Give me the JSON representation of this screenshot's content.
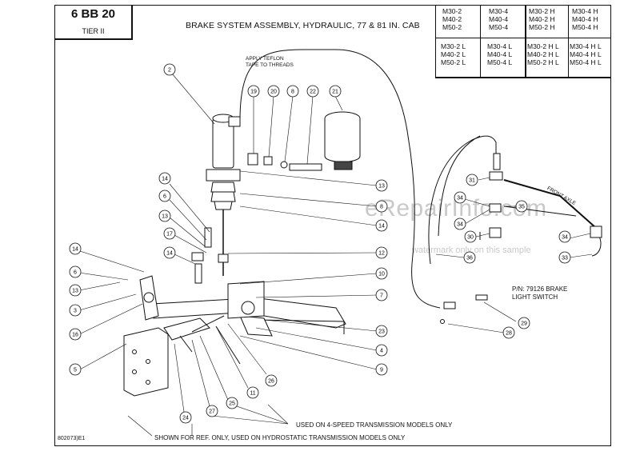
{
  "header": {
    "code": "6 BB 20",
    "tier": "TIER II",
    "title": "BRAKE SYSTEM ASSEMBLY, HYDRAULIC, 77 & 81 IN. CAB"
  },
  "models": {
    "top": [
      [
        "M30-2",
        "M40-2",
        "M50-2"
      ],
      [
        "M30-4",
        "M40-4",
        "M50-4"
      ],
      [
        "M30-2 H",
        "M40-2 H",
        "M50-2 H"
      ],
      [
        "M30-4 H",
        "M40-4 H",
        "M50-4 H"
      ]
    ],
    "bottom": [
      [
        "M30-2 L",
        "M40-2 L",
        "M50-2 L"
      ],
      [
        "M30-4 L",
        "M40-4 L",
        "M50-4 L"
      ],
      [
        "M30-2 H L",
        "M40-2 H L",
        "M50-2 H L"
      ],
      [
        "M30-4 H L",
        "M40-4 H L",
        "M50-4 H L"
      ]
    ]
  },
  "annotations": {
    "teflon_line1": "APPLY TEFLON",
    "teflon_line2": "TAPE TO THREADS",
    "axle_label": "FRONT AXLE",
    "switch_line1": "P/N: 79126 BRAKE",
    "switch_line2": "LIGHT SWITCH",
    "note_4speed": "USED ON 4-SPEED TRANSMISSION MODELS ONLY",
    "note_hydro": "SHOWN FOR REF. ONLY, USED ON HYDROSTATIC TRANSMISSION MODELS ONLY",
    "drawing_ref": "802073)E1"
  },
  "watermark": {
    "main": "eRepairInfo.com",
    "sub": "watermark only on this sample"
  },
  "callouts": [
    "2",
    "19",
    "20",
    "8",
    "22",
    "21",
    "13",
    "8",
    "14",
    "14",
    "6",
    "13",
    "17",
    "14",
    "12",
    "14",
    "6",
    "13",
    "3",
    "16",
    "5",
    "10",
    "7",
    "23",
    "4",
    "9",
    "11",
    "26",
    "25",
    "27",
    "24",
    "31",
    "34",
    "34",
    "30",
    "35",
    "34",
    "33",
    "36",
    "29",
    "28"
  ]
}
